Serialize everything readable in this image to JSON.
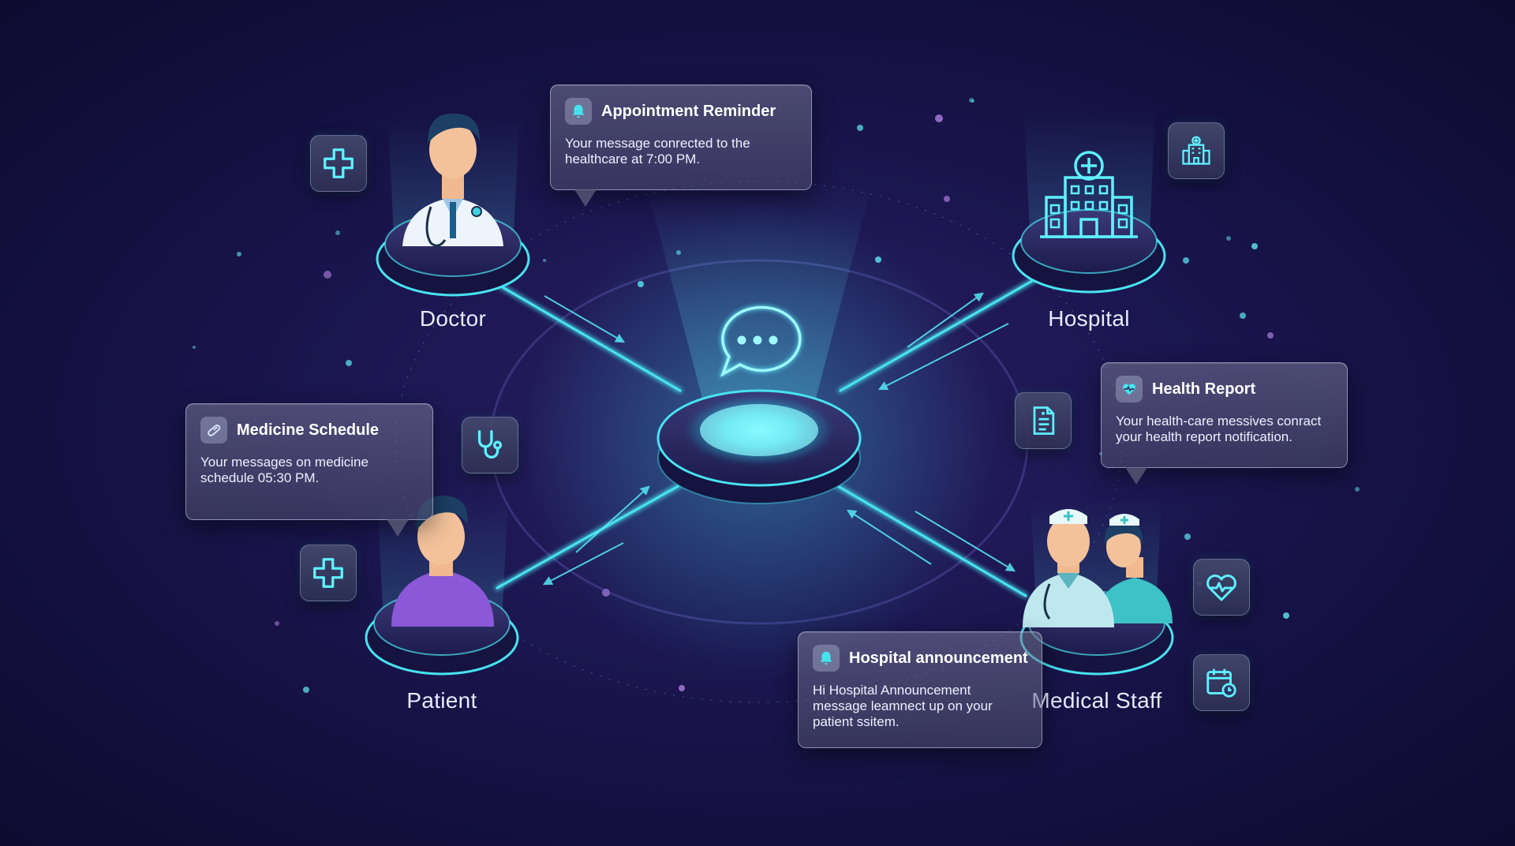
{
  "nodes": {
    "doctor": "Doctor",
    "hospital": "Hospital",
    "patient": "Patient",
    "medical_staff": "Medical Staff"
  },
  "cards": {
    "appointment": {
      "title": "Appointment Reminder",
      "body": "Your message conrected to the healthcare at 7:00 PM."
    },
    "medicine": {
      "title": "Medicine Schedule",
      "body": "Your messages on medicine schedule 05:30 PM."
    },
    "health_report": {
      "title": "Health Report",
      "body": "Your health-care messives conract your health report notification."
    },
    "announcement": {
      "title": "Hospital announcement",
      "body": "Hi Hospital Announcement message leamnect up on your patient ssitem."
    }
  },
  "icons": {
    "tile_doctor": "medical-cross-icon",
    "tile_hospital": "hospital-building-icon",
    "tile_stethoscope": "stethoscope-icon",
    "tile_patient": "medical-cross-icon",
    "tile_document": "document-icon",
    "tile_heart": "heart-pulse-icon",
    "tile_calendar": "calendar-clock-icon",
    "hub": "chat-bubble-icon"
  },
  "colors": {
    "accent": "#3fe6ef",
    "background": "#1b1650",
    "card": "#6e6e92"
  }
}
